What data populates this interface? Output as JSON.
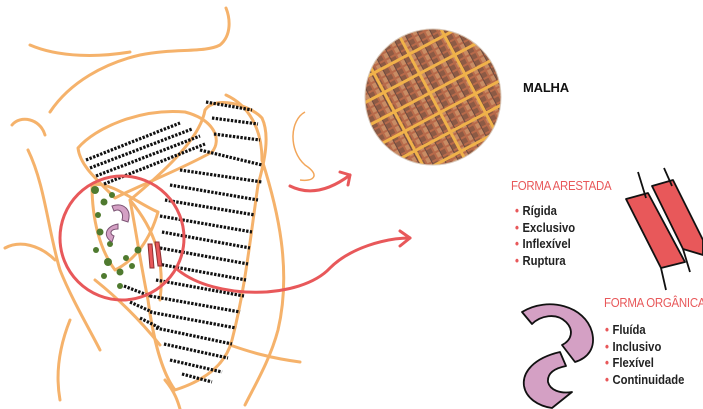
{
  "labels": {
    "malha": "MALHA",
    "forma_arestada": "FORMA ARESTADA",
    "forma_organica": "FORMA ORGÂNICA"
  },
  "forma_arestada_items": [
    "Rígida",
    "Exclusivo",
    "Inflexível",
    "Ruptura"
  ],
  "forma_organica_items": [
    "Fluída",
    "Inclusivo",
    "Flexível",
    "Continuidade"
  ],
  "colors": {
    "outline_orange": "#f5b26b",
    "accent_red": "#e8585a",
    "organic_pink": "#d4a0c4",
    "tree_green": "#4f7a2f",
    "text_dark": "#222222"
  }
}
